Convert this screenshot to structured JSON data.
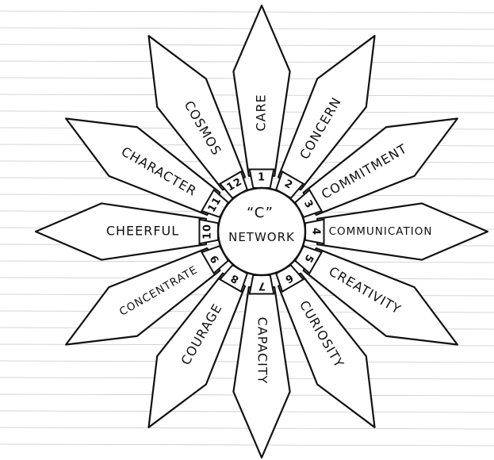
{
  "center": {
    "line1": "“C”",
    "line2": "NETWORK"
  },
  "petals": [
    {
      "number": "1",
      "label": "CARE"
    },
    {
      "number": "2",
      "label": "CONCERN"
    },
    {
      "number": "3",
      "label": "COMMITMENT"
    },
    {
      "number": "4",
      "label": "COMMUNICATION"
    },
    {
      "number": "5",
      "label": "CREATIVITY"
    },
    {
      "number": "6",
      "label": "CURIOSITY"
    },
    {
      "number": "7",
      "label": "CAPACITY"
    },
    {
      "number": "8",
      "label": "COURAGE"
    },
    {
      "number": "9",
      "label": "CONCENTRATE"
    },
    {
      "number": "10",
      "label": "CHEERFUL"
    },
    {
      "number": "11",
      "label": "CHARACTER"
    },
    {
      "number": "12",
      "label": "COSMOS"
    }
  ],
  "colors": {
    "ink": "#111111",
    "paper": "#ffffff",
    "ruled_lines": "#c8c8c8"
  }
}
